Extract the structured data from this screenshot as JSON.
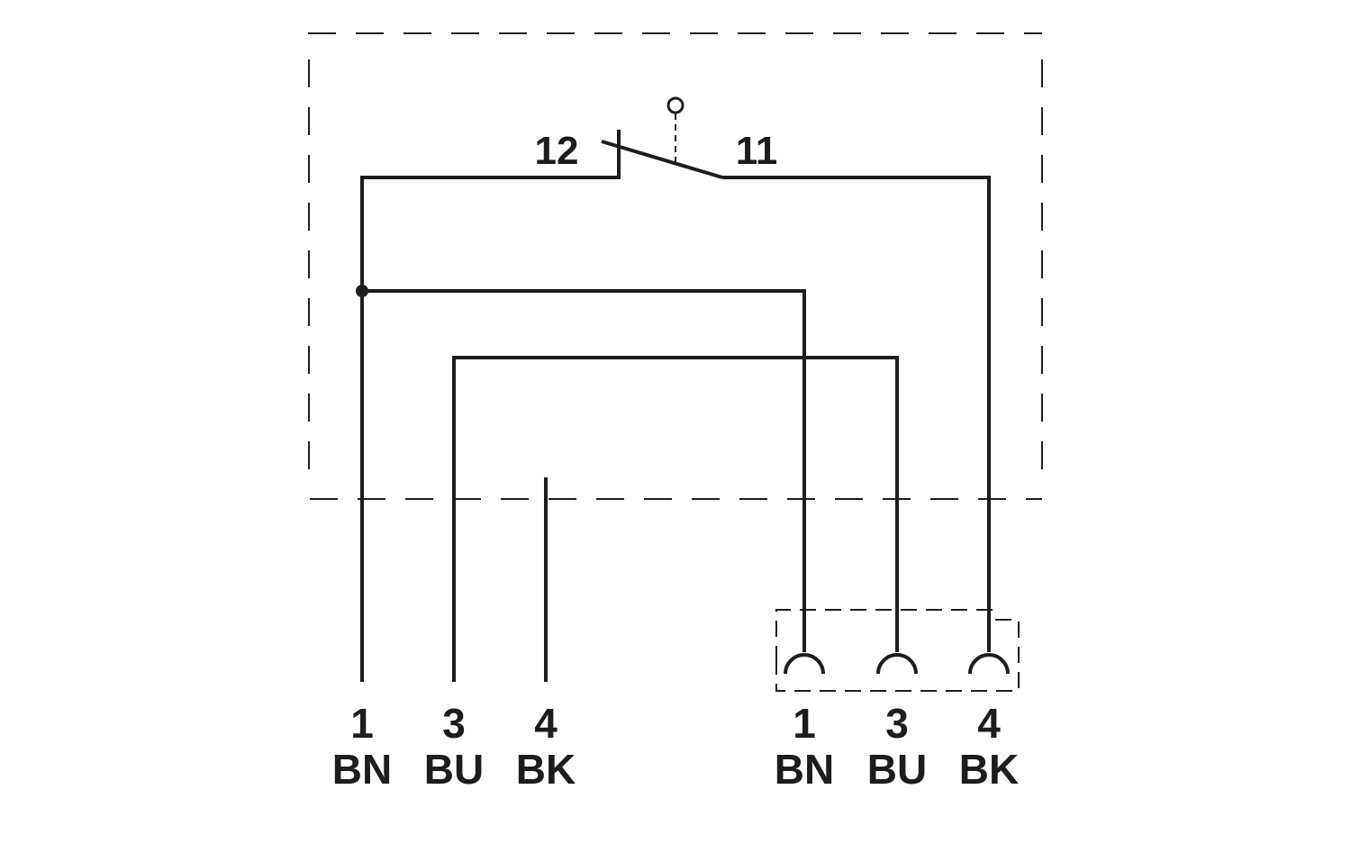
{
  "switch": {
    "contact_left": "12",
    "contact_right": "11"
  },
  "left_connector": {
    "pins": [
      {
        "number": "1",
        "color": "BN"
      },
      {
        "number": "3",
        "color": "BU"
      },
      {
        "number": "4",
        "color": "BK"
      }
    ]
  },
  "right_connector": {
    "pins": [
      {
        "number": "1",
        "color": "BN"
      },
      {
        "number": "3",
        "color": "BU"
      },
      {
        "number": "4",
        "color": "BK"
      }
    ]
  }
}
